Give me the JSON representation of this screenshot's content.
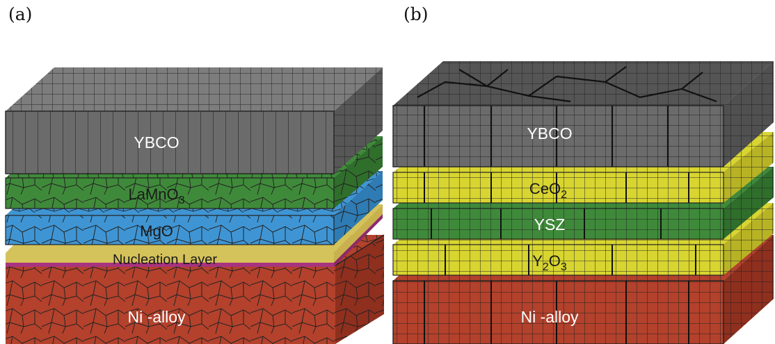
{
  "panels": [
    {
      "label": "(a)",
      "layers": [
        {
          "name": "YBCO",
          "sub": "",
          "color": "#6b6b6b"
        },
        {
          "name": "LaMnO",
          "sub": "3",
          "color": "#3f8a3a"
        },
        {
          "name": "MgO",
          "sub": "",
          "color": "#3f95d4"
        },
        {
          "name": "Nucleation Layer",
          "sub": "",
          "color": "#d4c25a"
        },
        {
          "name": "Ni -alloy",
          "sub": "",
          "color": "#b3412c"
        }
      ]
    },
    {
      "label": "(b)",
      "layers": [
        {
          "name": "YBCO",
          "sub": "",
          "color": "#6b6b6b"
        },
        {
          "name": "CeO",
          "sub": "2",
          "color": "#d8d531"
        },
        {
          "name": "YSZ",
          "sub": "",
          "color": "#3f8a3a"
        },
        {
          "name": "Y",
          "sub": "2",
          "suffix": "O",
          "sub2": "3",
          "color": "#d8d531"
        },
        {
          "name": "Ni -alloy",
          "sub": "",
          "color": "#b3412c"
        }
      ]
    }
  ]
}
